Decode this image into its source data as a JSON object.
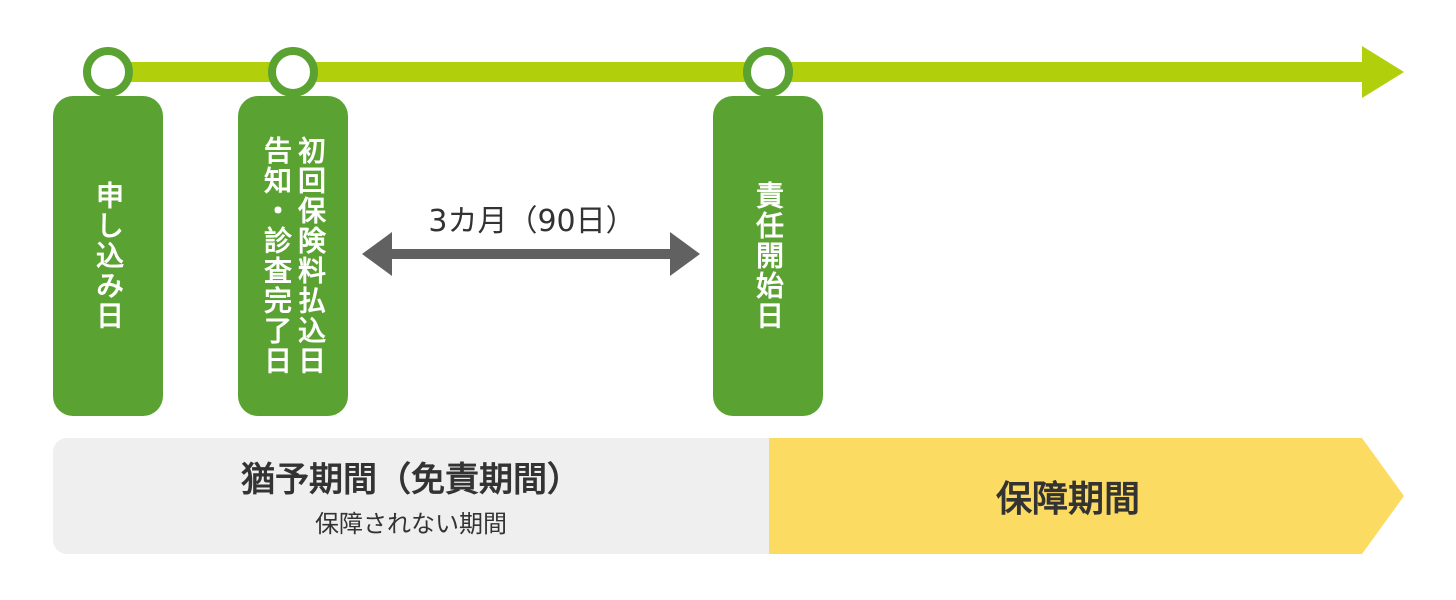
{
  "colors": {
    "timeline": "#b2cf0b",
    "tag": "#5aa232",
    "double_arrow": "#616161",
    "grace_band": "#efefef",
    "coverage_band": "#fcdb62"
  },
  "milestones": {
    "application": {
      "col1": "申し込み日"
    },
    "first_payment": {
      "col1": "初回保険料払込日",
      "col2": "告知・診査完了日"
    },
    "coverage_start": {
      "col1": "責任開始日"
    }
  },
  "interval_label": "3カ月（90日）",
  "grace_period": {
    "title": "猶予期間（免責期間）",
    "subtitle": "保障されない期間"
  },
  "coverage_period": {
    "title": "保障期間"
  }
}
